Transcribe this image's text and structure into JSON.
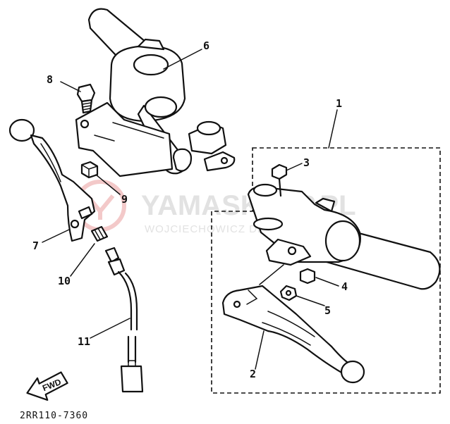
{
  "watermark": {
    "brand": "YAMASKLEP.PL",
    "sub": "WOJCIECHOWICZ DEALER YAMAHA"
  },
  "callouts": {
    "c1": "1",
    "c2": "2",
    "c3": "3",
    "c4": "4",
    "c5": "5",
    "c6": "6",
    "c7": "7",
    "c8": "8",
    "c9": "9",
    "c10": "10",
    "c11": "11"
  },
  "direction_label": "FWD",
  "diagram_code": "2RR110-7360",
  "colors": {
    "line": "#111111",
    "watermark": "#e2e2e2",
    "watermark_logo": "#f3c9c9"
  }
}
